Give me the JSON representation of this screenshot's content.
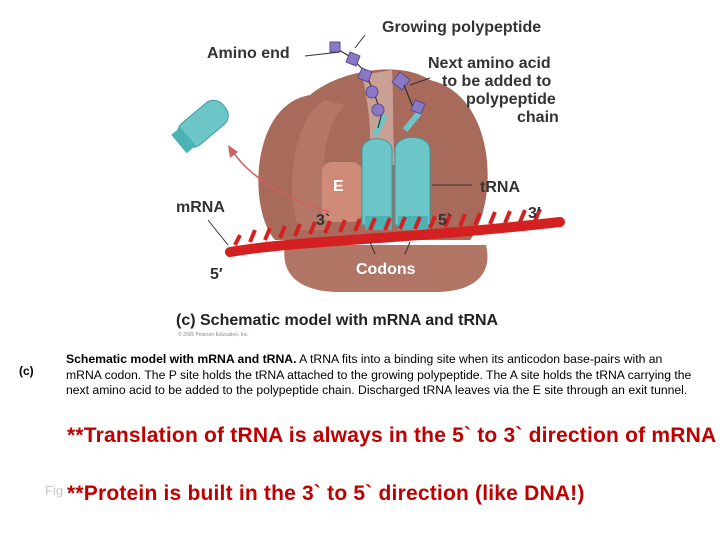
{
  "diagram": {
    "labels": {
      "growing_polypeptide": "Growing polypeptide",
      "amino_end": "Amino end",
      "next_amino_acid_1": "Next amino acid",
      "next_amino_acid_2": "to be added to",
      "next_amino_acid_3": "polypeptide",
      "next_amino_acid_4": "chain",
      "e_site": "E",
      "trna": "tRNA",
      "mrna": "mRNA",
      "three_prime_left": "3`",
      "five_prime_center": "5`",
      "three_prime_right": "3′",
      "five_prime_left": "5′",
      "codons": "Codons",
      "heading": "(c) Schematic model with mRNA and tRNA",
      "copyright": "© 2005 Pearson Education, Inc."
    },
    "colors": {
      "ribosome": "#a86a5a",
      "ribosome_light": "#c9988a",
      "trna": "#6cc6c8",
      "mrna": "#d42020",
      "amino_acid": "#8a78c4",
      "arrow": "#d06060"
    },
    "icons": [
      "ribosome-large-subunit",
      "ribosome-small-subunit",
      "trna-molecule",
      "mrna-strand",
      "amino-acid-chain",
      "exit-arrow"
    ]
  },
  "caption": {
    "label": "(c)",
    "title": "Schematic model with mRNA and tRNA.",
    "body": " A tRNA fits into a binding site when its anticodon base-pairs with an mRNA codon. The P site holds the tRNA attached to the growing polypeptide. The A site holds the tRNA carrying the next amino acid to be added to the polypeptide chain. Discharged tRNA leaves via the E site through an exit tunnel."
  },
  "notes": {
    "note1": "**Translation of tRNA is always in the 5` to 3` direction of mRNA",
    "fig_ghost": "Fig",
    "note2": "**Protein is built in the 3` to 5` direction (like DNA!)"
  }
}
